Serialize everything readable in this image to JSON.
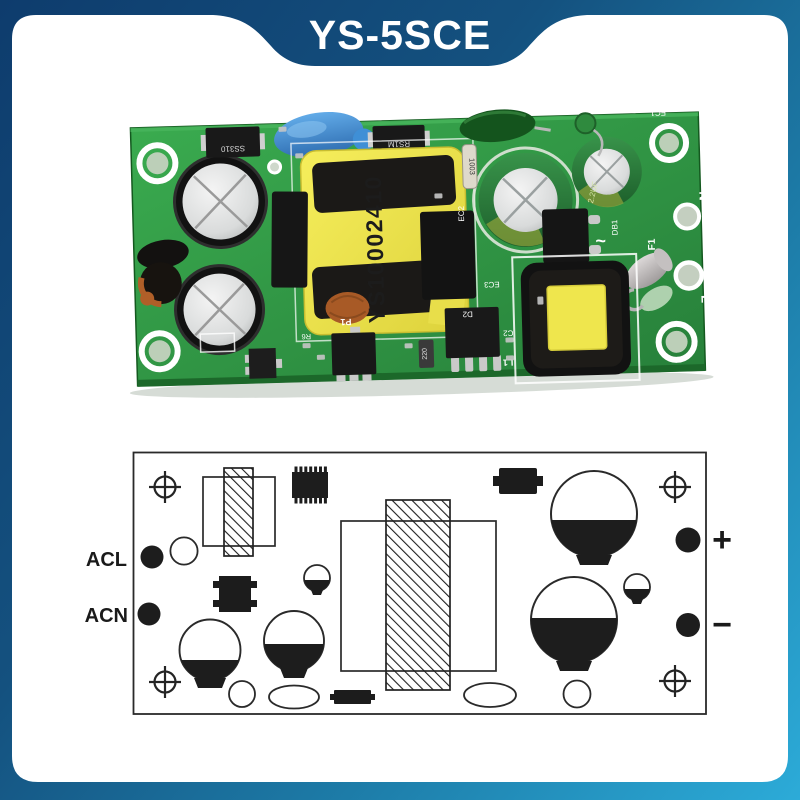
{
  "header": {
    "title": "YS-5SCE"
  },
  "colors": {
    "banner_navy": "#0e3c6d",
    "banner_cyan": "#2cabd8",
    "board_green": "#2f9b41",
    "transformer_yellow": "#f0e74f",
    "cap_blue": "#3f8fd6",
    "diagram_ink": "#242424"
  },
  "pcb_photo": {
    "transformer_marking": "YS10002410",
    "diode1_marking": "SS310",
    "diode2_marking": "RS1M",
    "resistor_marking": "1003",
    "cap_marking": "2.2UF",
    "reg_marking": "220",
    "silkscreen": {
      "neutral": "N",
      "live": "L",
      "fuse": "F1",
      "bridge": "DB1",
      "ac": "~",
      "ec1": "EC1",
      "ec2": "EC2",
      "ec3": "EC3",
      "c2": "C2",
      "l1": "L1",
      "p1": "P1",
      "d2": "D2",
      "r6": "R6"
    }
  },
  "diagram": {
    "labels": {
      "acl": "ACL",
      "acn": "ACN",
      "plus": "+",
      "minus": "−"
    }
  }
}
